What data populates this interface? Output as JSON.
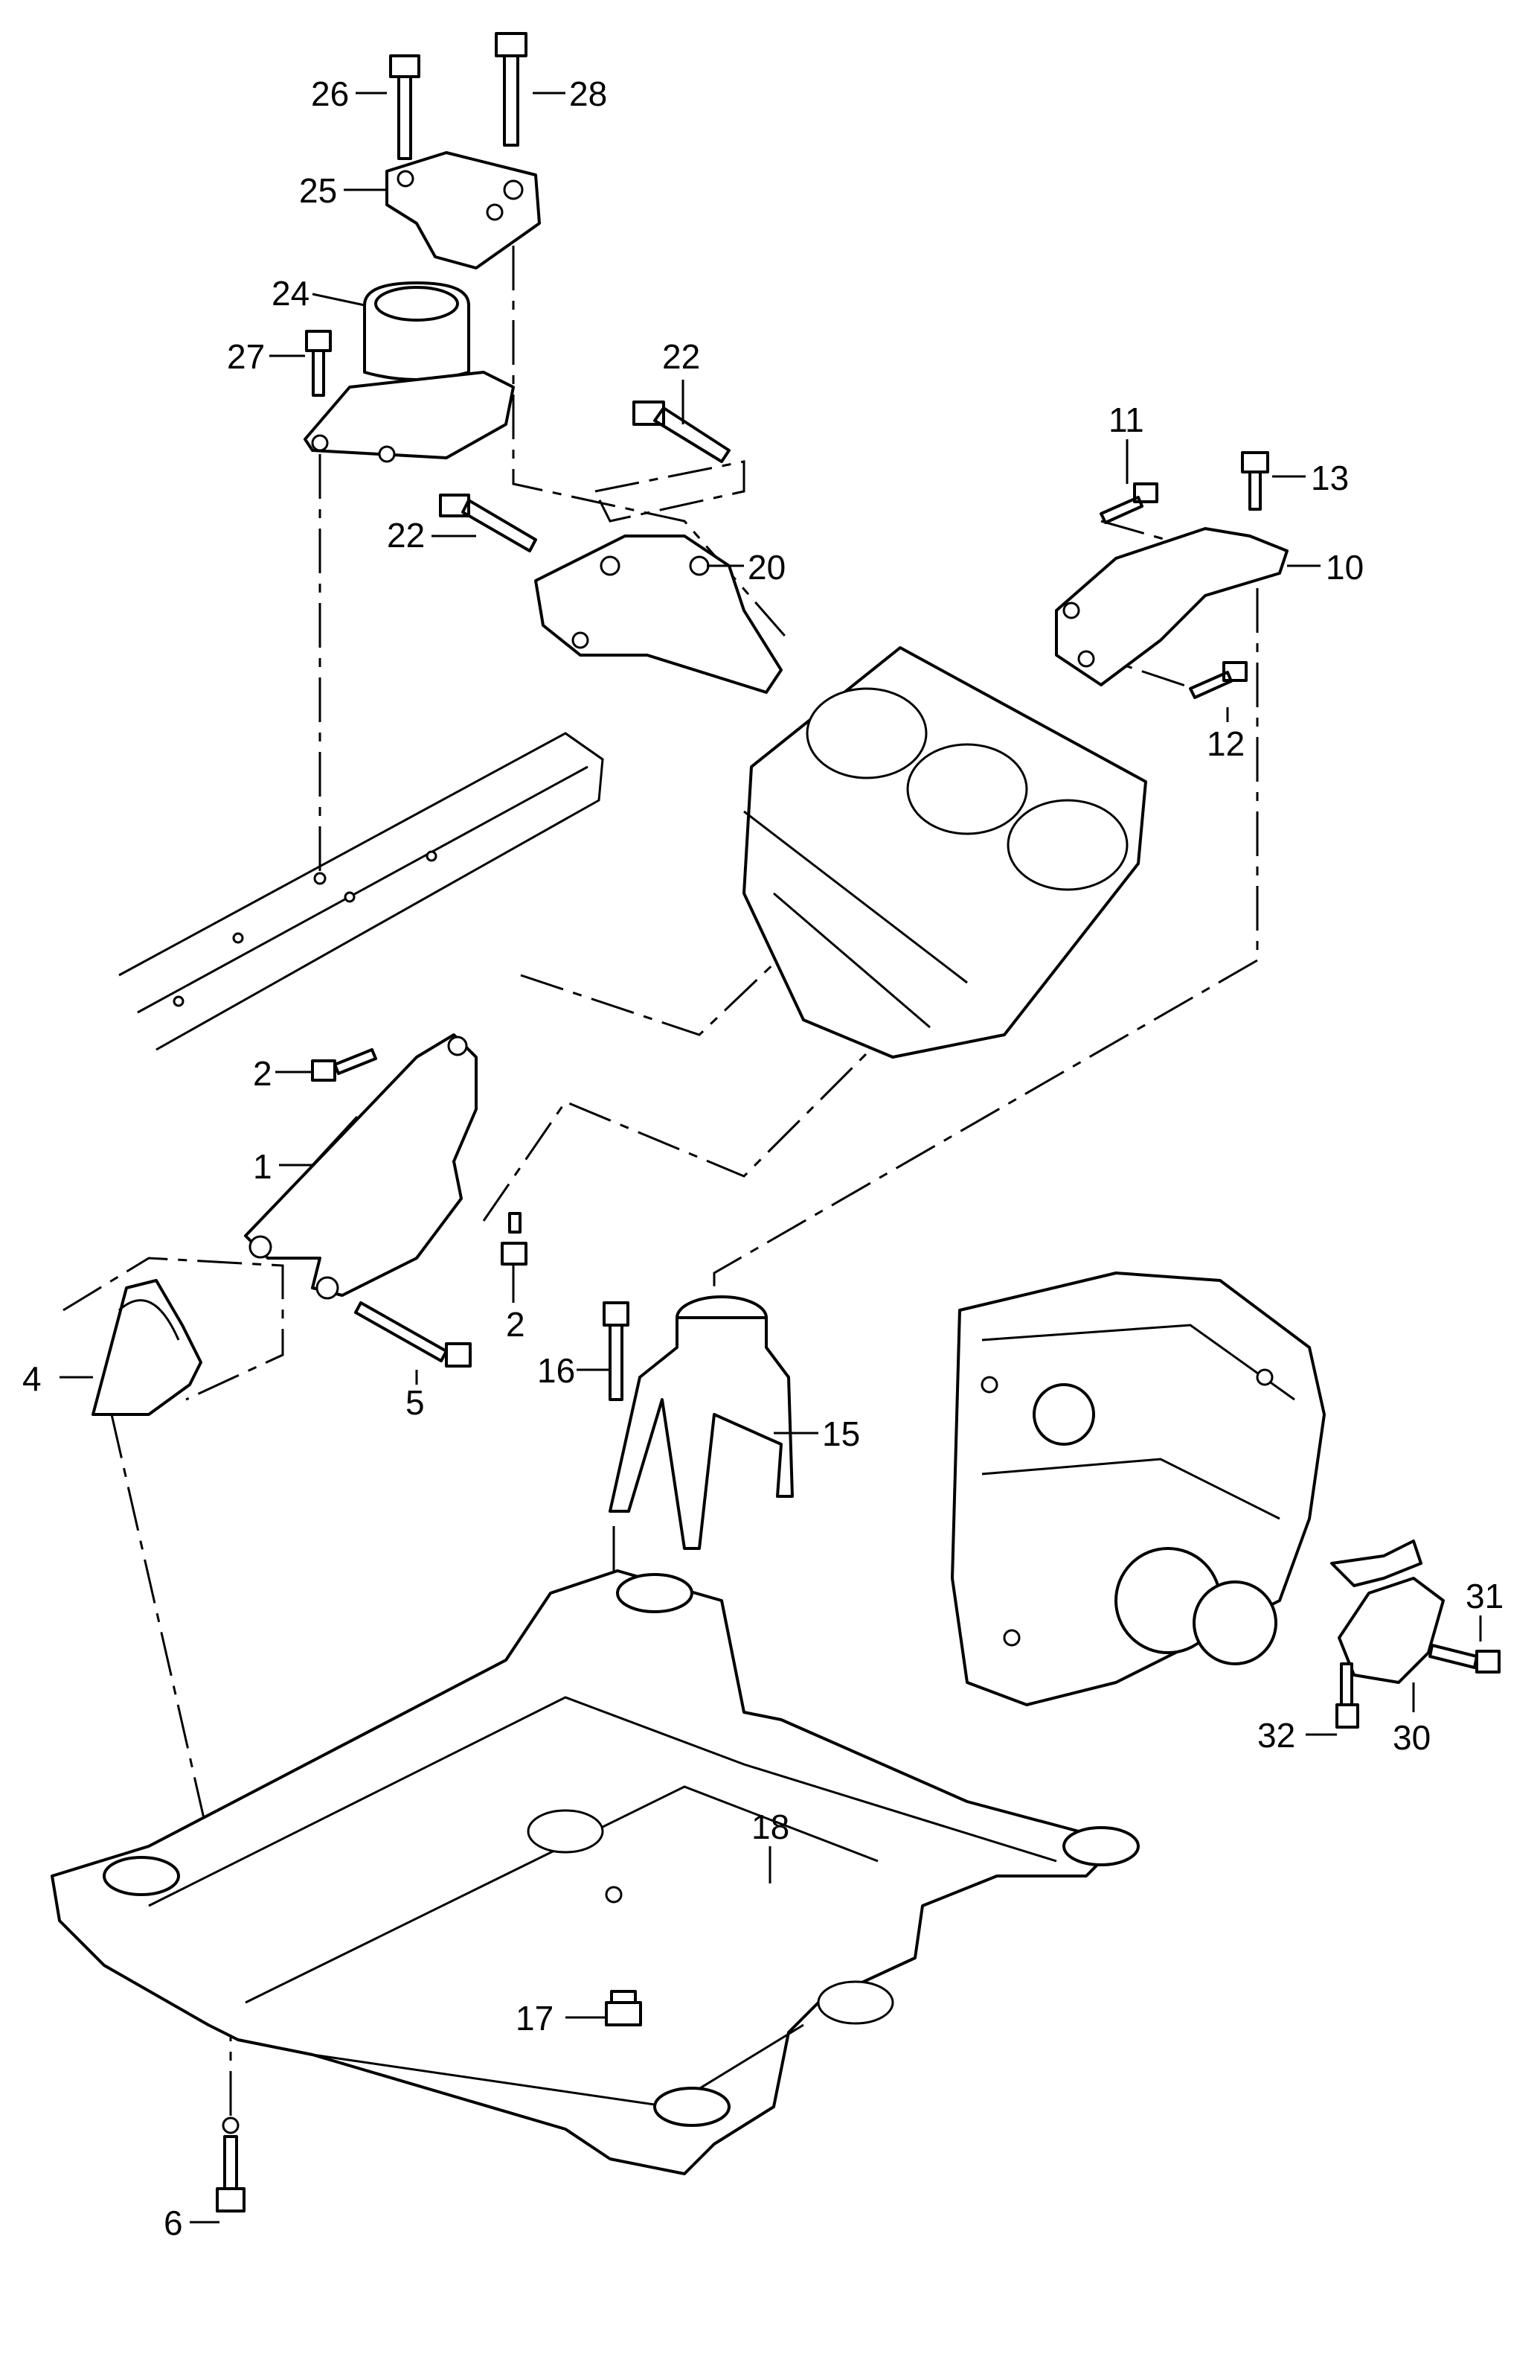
{
  "labels": {
    "p1": "1",
    "p2a": "2",
    "p2b": "2",
    "p4": "4",
    "p5": "5",
    "p6": "6",
    "p10": "10",
    "p11": "11",
    "p12": "12",
    "p13": "13",
    "p15": "15",
    "p16": "16",
    "p17": "17",
    "p18": "18",
    "p20": "20",
    "p22a": "22",
    "p22b": "22",
    "p24": "24",
    "p25": "25",
    "p26": "26",
    "p27": "27",
    "p28": "28",
    "p30": "30",
    "p31": "31",
    "p32": "32"
  },
  "colors": {
    "line": "#000000",
    "background": "#ffffff"
  }
}
